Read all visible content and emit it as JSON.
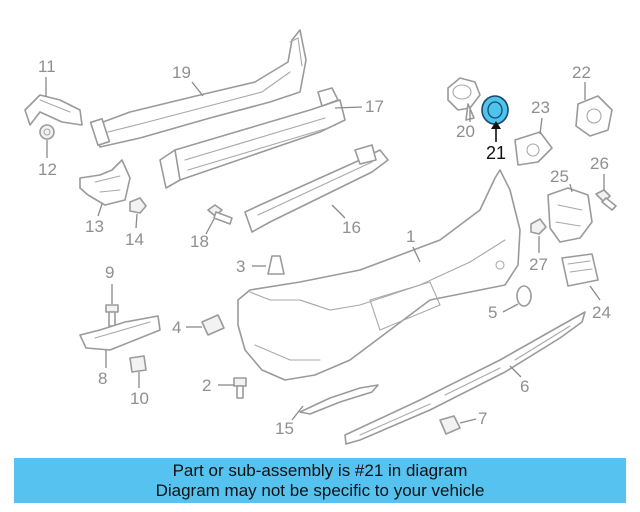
{
  "callouts": {
    "c1": "1",
    "c2": "2",
    "c3": "3",
    "c4": "4",
    "c5": "5",
    "c6": "6",
    "c7": "7",
    "c8": "8",
    "c9": "9",
    "c10": "10",
    "c11": "11",
    "c12": "12",
    "c13": "13",
    "c14": "14",
    "c15": "15",
    "c16": "16",
    "c17": "17",
    "c18": "18",
    "c19": "19",
    "c20": "20",
    "c21": "21",
    "c22": "22",
    "c23": "23",
    "c24": "24",
    "c25": "25",
    "c26": "26",
    "c27": "27"
  },
  "highlight": {
    "part": "21",
    "color": "#56c2ef"
  },
  "banner": {
    "line1": "Part or sub-assembly is #21 in diagram",
    "line2": "Diagram may not be specific to your vehicle",
    "background": "#56c2ef"
  }
}
